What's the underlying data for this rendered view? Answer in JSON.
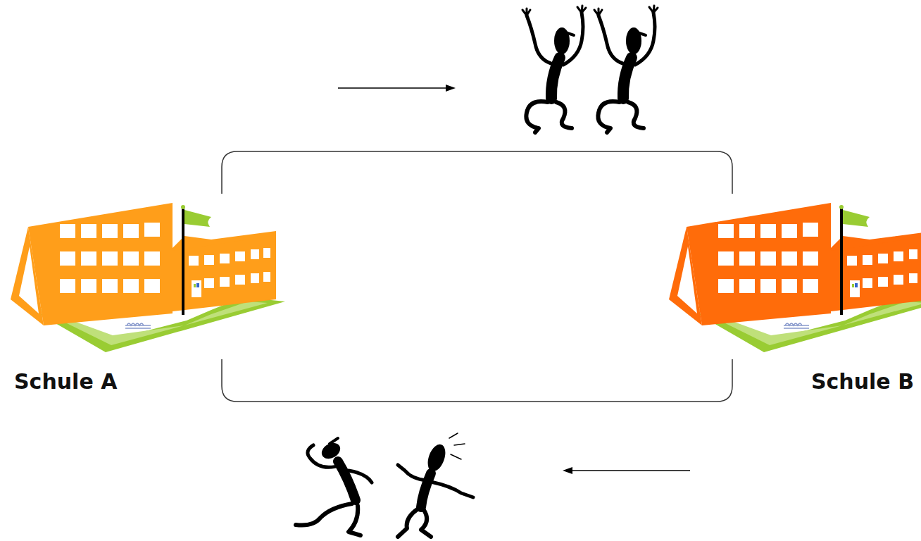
{
  "diagram": {
    "nodes": [
      {
        "text": [
          "Schule A"
        ]
      },
      {
        "text": [
          "Schule B"
        ]
      }
    ],
    "edges": [
      {
        "from": 0,
        "to": 1,
        "arrow": "none"
      },
      {
        "from": 1,
        "to": 0,
        "arrow": "none"
      }
    ]
  }
}
